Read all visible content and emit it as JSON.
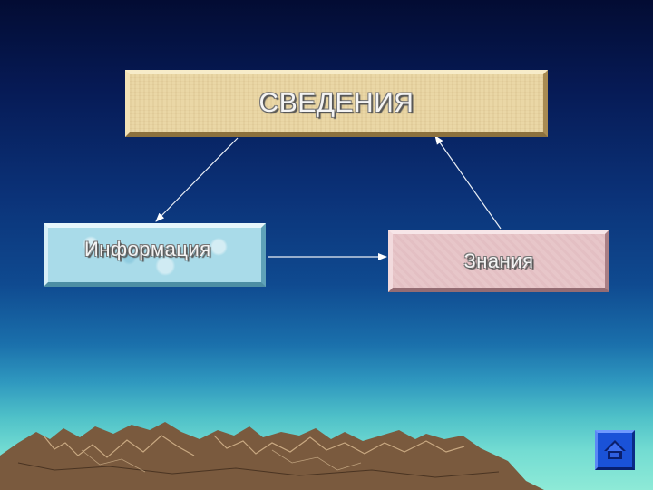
{
  "diagram": {
    "nodes": {
      "svedeniya": {
        "label": "СВЕДЕНИЯ"
      },
      "informatsiya": {
        "label": "Информация"
      },
      "znaniya": {
        "label": "Знания"
      }
    },
    "edges": [
      {
        "from": "svedeniya",
        "to": "informatsiya"
      },
      {
        "from": "informatsiya",
        "to": "znaniya"
      },
      {
        "from": "znaniya",
        "to": "svedeniya"
      }
    ]
  },
  "nav": {
    "icon": "home-icon"
  },
  "colors": {
    "sky_top": "#030c33",
    "sky_bottom": "#8eead7",
    "mountain": "#7a5a3e",
    "nav_button": "#1a52d8"
  }
}
